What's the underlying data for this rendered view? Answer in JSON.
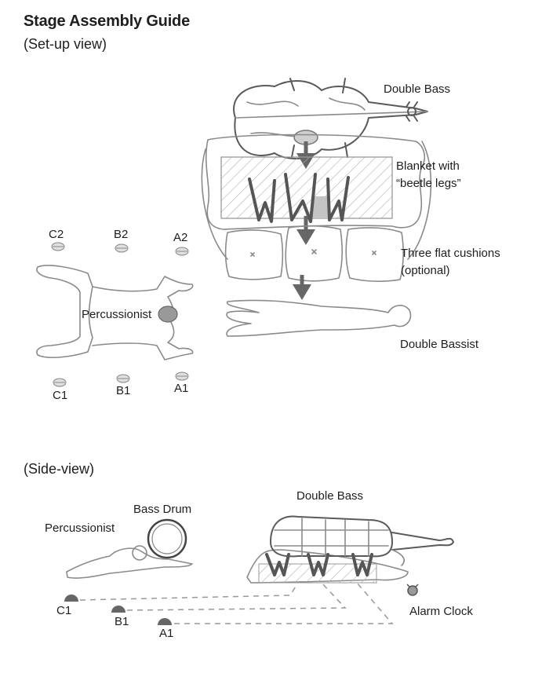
{
  "header": {
    "title": "Stage Assembly Guide",
    "subtitle": "(Set-up view)"
  },
  "setup_view": {
    "double_bass": "Double Bass",
    "blanket_line1": "Blanket with",
    "blanket_line2": "“beetle legs”",
    "cushions_line1": "Three flat cushions",
    "cushions_line2": "(optional)",
    "double_bassist": "Double Bassist",
    "percussionist": "Percussionist",
    "markers": {
      "c2": "C2",
      "b2": "B2",
      "a2": "A2",
      "c1": "C1",
      "b1": "B1",
      "a1": "A1"
    }
  },
  "side_view": {
    "title": "(Side-view)",
    "double_bass": "Double Bass",
    "bass_drum": "Bass Drum",
    "percussionist": "Percussionist",
    "alarm_clock": "Alarm Clock",
    "markers": {
      "c1": "C1",
      "b1": "B1",
      "a1": "A1"
    }
  }
}
